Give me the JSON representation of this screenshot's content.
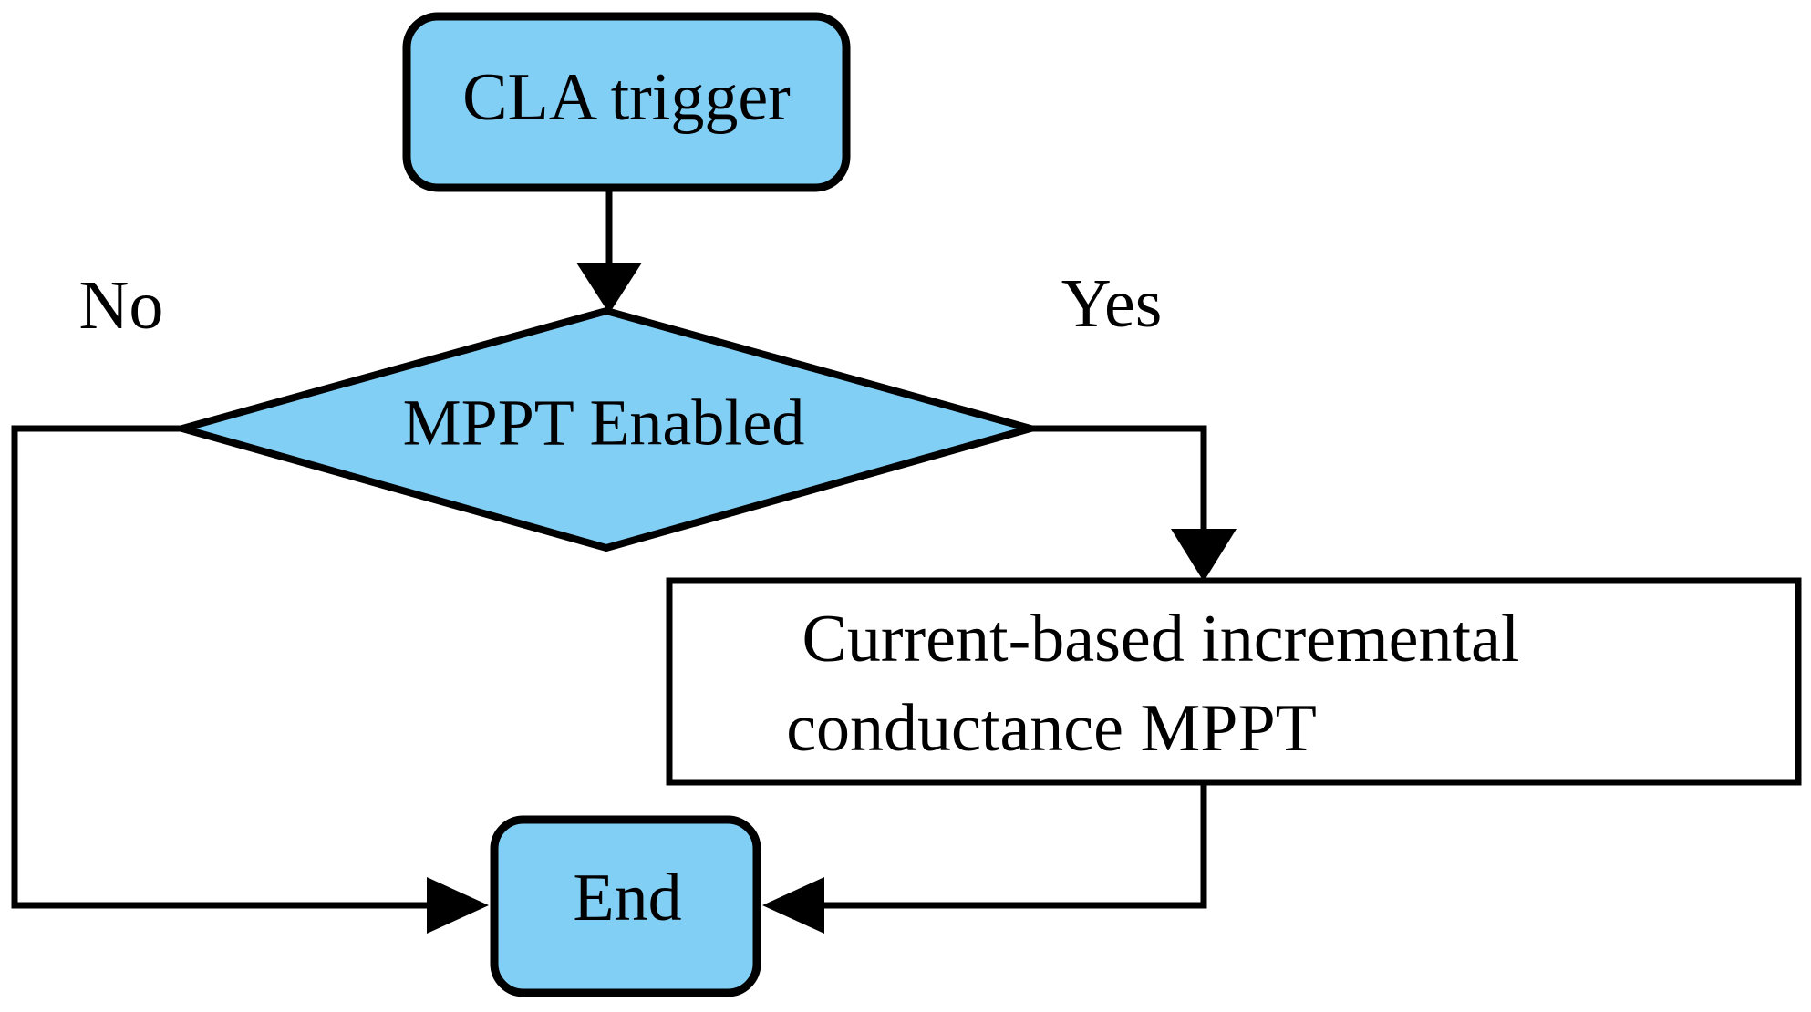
{
  "diagram": {
    "type": "flowchart",
    "title": "CLA trigger MPPT flowchart",
    "colors": {
      "node_fill": "#82CFF5",
      "process_fill": "#FFFFFF",
      "stroke": "#000000",
      "background": "#FFFFFF"
    },
    "nodes": [
      {
        "id": "start",
        "shape": "rounded-rectangle",
        "label": "CLA  trigger",
        "fill": "#82CFF5"
      },
      {
        "id": "decision",
        "shape": "diamond",
        "label": "MPPT Enabled",
        "fill": "#82CFF5"
      },
      {
        "id": "process",
        "shape": "rectangle",
        "label_line1": "Current-based incremental",
        "label_line2": "conductance MPPT",
        "fill": "#FFFFFF"
      },
      {
        "id": "end",
        "shape": "rounded-rectangle",
        "label": "End",
        "fill": "#82CFF5"
      }
    ],
    "edges": [
      {
        "id": "start-to-decision",
        "from": "start",
        "to": "decision",
        "label": ""
      },
      {
        "id": "decision-no",
        "from": "decision",
        "to": "end",
        "label": "No"
      },
      {
        "id": "decision-yes",
        "from": "decision",
        "to": "process",
        "label": "Yes"
      },
      {
        "id": "process-to-end",
        "from": "process",
        "to": "end",
        "label": ""
      }
    ]
  }
}
